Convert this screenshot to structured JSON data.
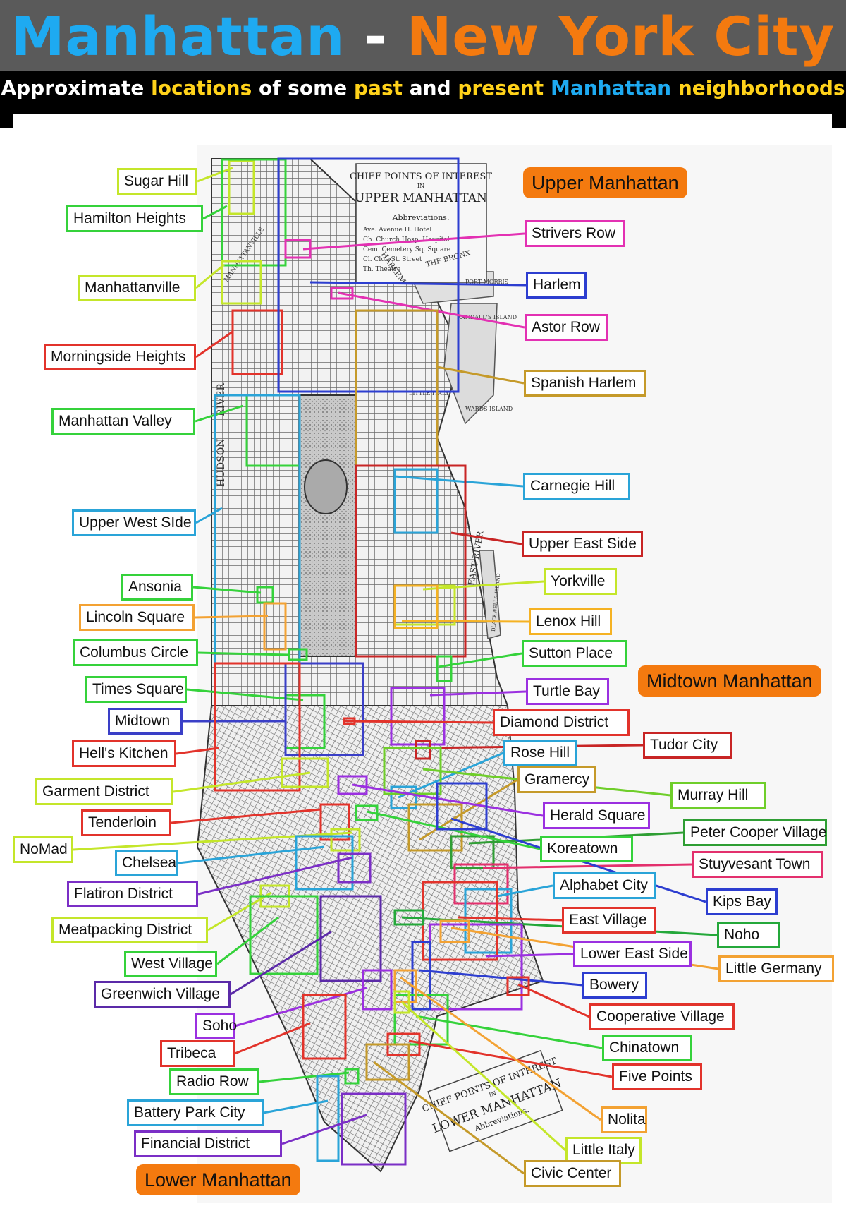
{
  "title": {
    "part1": "Manhattan",
    "sep": " - ",
    "part2": "New York City",
    "color1": "#1eaaf1",
    "color_sep": "#ffffff",
    "color2": "#f47a0f"
  },
  "subtitle": {
    "words": [
      {
        "text": "Approximate ",
        "color": "#ffffff"
      },
      {
        "text": "locations ",
        "color": "#ffd21a"
      },
      {
        "text": "of some ",
        "color": "#ffffff"
      },
      {
        "text": "past ",
        "color": "#ffd21a"
      },
      {
        "text": "and ",
        "color": "#ffffff"
      },
      {
        "text": "present ",
        "color": "#ffd21a"
      },
      {
        "text": "Manhattan ",
        "color": "#1eaaf1"
      },
      {
        "text": "neighborhoods",
        "color": "#ffd21a"
      }
    ]
  },
  "map": {
    "upper_title_1": "CHIEF POINTS OF INTEREST",
    "upper_title_2": "IN",
    "upper_title_3": "UPPER MANHATTAN",
    "upper_abbrev": "Abbreviations.",
    "abbrev_rows": [
      "Ave. Avenue  H.  Hotel",
      "Ch. Church  Hosp. Hospital",
      "Cem. Cemetery  Sq.  Square",
      "Cl. Club  St.  Street",
      "Th.  Theatre"
    ],
    "lower_title_1": "CHIEF POINTS OF INTEREST",
    "lower_title_2": "IN",
    "lower_title_3": "LOWER MANHATTAN",
    "lower_abbrev": "Abbreviations.",
    "water": [
      "HUDSON",
      "RIVER",
      "EAST RIVER",
      "HARLEM",
      "THE BRONX"
    ],
    "islands": [
      "PORT MORRIS",
      "RANDALL'S ISLAND",
      "WARDS ISLAND",
      "BLACKWELLS ISLAND"
    ],
    "misc": [
      "LITTLE ITALY",
      "MANHATTANVILLE"
    ]
  },
  "regions": {
    "upper": "Upper Manhattan",
    "midtown": "Midtown Manhattan",
    "lower": "Lower Manhattan",
    "color": "#f47a0f"
  },
  "labels": {
    "sugar_hill": "Sugar Hill",
    "hamilton_heights": "Hamilton Heights",
    "manhattanville": "Manhattanville",
    "morningside_heights": "Morningside Heights",
    "manhattan_valley": "Manhattan Valley",
    "upper_west_side": "Upper West SIde",
    "ansonia": "Ansonia",
    "lincoln_square": "Lincoln Square",
    "columbus_circle": "Columbus Circle",
    "times_square": "Times Square",
    "midtown": "Midtown",
    "hells_kitchen": "Hell's Kitchen",
    "garment_district": "Garment District",
    "tenderloin": "Tenderloin",
    "nomad": "NoMad",
    "chelsea": "Chelsea",
    "flatiron_district": "Flatiron District",
    "meatpacking_district": "Meatpacking District",
    "west_village": "West Village",
    "greenwich_village": "Greenwich Village",
    "soho": "Soho",
    "tribeca": "Tribeca",
    "radio_row": "Radio Row",
    "battery_park_city": "Battery Park City",
    "financial_district": "Financial District",
    "strivers_row": "Strivers Row",
    "harlem": "Harlem",
    "astor_row": "Astor Row",
    "spanish_harlem": "Spanish Harlem",
    "carnegie_hill": "Carnegie Hill",
    "upper_east_side": "Upper East Side",
    "yorkville": "Yorkville",
    "lenox_hill": "Lenox Hill",
    "sutton_place": "Sutton Place",
    "turtle_bay": "Turtle Bay",
    "diamond_district": "Diamond District",
    "tudor_city": "Tudor City",
    "rose_hill": "Rose Hill",
    "gramercy": "Gramercy",
    "murray_hill": "Murray Hill",
    "herald_square": "Herald Square",
    "peter_cooper_village": "Peter Cooper Village",
    "koreatown": "Koreatown",
    "stuyvesant_town": "Stuyvesant Town",
    "alphabet_city": "Alphabet City",
    "kips_bay": "Kips Bay",
    "east_village": "East Village",
    "noho": "Noho",
    "lower_east_side": "Lower East Side",
    "little_germany": "Little Germany",
    "bowery": "Bowery",
    "cooperative_village": "Cooperative Village",
    "chinatown": "Chinatown",
    "five_points": "Five Points",
    "nolita": "Nolita",
    "little_italy": "Little Italy",
    "civic_center": "Civic Center"
  },
  "label_colors": {
    "sugar_hill": "#c4e62a",
    "hamilton_heights": "#35d23b",
    "manhattanville": "#c4e62a",
    "morningside_heights": "#e2332b",
    "manhattan_valley": "#35d23b",
    "upper_west_side": "#2aa4d8",
    "ansonia": "#35d23b",
    "lincoln_square": "#f3a233",
    "columbus_circle": "#35d23b",
    "times_square": "#35d23b",
    "midtown": "#3a3fc7",
    "hells_kitchen": "#e2332b",
    "garment_district": "#c4e62a",
    "tenderloin": "#e2332b",
    "nomad": "#c4e62a",
    "chelsea": "#2aa4d8",
    "flatiron_district": "#7b2fc6",
    "meatpacking_district": "#c4e62a",
    "west_village": "#35d23b",
    "greenwich_village": "#5b2aa8",
    "soho": "#9b30e0",
    "tribeca": "#e2332b",
    "radio_row": "#35d23b",
    "battery_park_city": "#2aa4d8",
    "financial_district": "#7b2fc6",
    "strivers_row": "#e331b3",
    "harlem": "#2d3ed0",
    "astor_row": "#e331b3",
    "spanish_harlem": "#c59a2a",
    "carnegie_hill": "#2aa4d8",
    "upper_east_side": "#c82525",
    "yorkville": "#c4e62a",
    "lenox_hill": "#f5b223",
    "sutton_place": "#35d23b",
    "turtle_bay": "#9b30e0",
    "diamond_district": "#e2332b",
    "tudor_city": "#c82525",
    "rose_hill": "#2aa4d8",
    "gramercy": "#c59a2a",
    "murray_hill": "#6fce2a",
    "herald_square": "#9b30e0",
    "peter_cooper_village": "#2f9e34",
    "koreatown": "#35d23b",
    "stuyvesant_town": "#e3306d",
    "alphabet_city": "#2aa4d8",
    "kips_bay": "#2d3ed0",
    "east_village": "#e2332b",
    "noho": "#24a83a",
    "lower_east_side": "#9b30e0",
    "little_germany": "#f3a233",
    "bowery": "#2d3ed0",
    "cooperative_village": "#e2332b",
    "chinatown": "#35d23b",
    "five_points": "#e2332b",
    "nolita": "#f3a233",
    "little_italy": "#c4e62a",
    "civic_center": "#c59a2a"
  }
}
